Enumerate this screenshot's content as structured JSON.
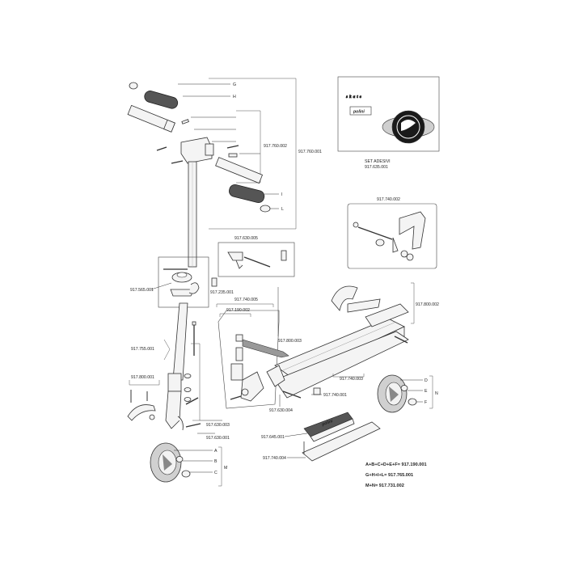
{
  "labels": {
    "g": "G",
    "h": "H",
    "i": "I",
    "l": "L",
    "a": "A",
    "b": "B",
    "c": "C",
    "d": "D",
    "e": "E",
    "f": "F",
    "m": "M",
    "n": "N",
    "p917_760_002": "917.760.002",
    "p917_760_001": "917.760.001",
    "p917_630_005": "917.630.005",
    "p917_235_001": "917.235.001",
    "p917_565_001": "917.565.001",
    "p917_740_005": "917.740.005",
    "p917_190_002": "917.190.002",
    "p917_800_003": "917.800.003",
    "p917_755_001": "917.755.001",
    "p917_800_001": "917.800.001",
    "p917_740_002": "917.740.002",
    "p917_800_002": "917.800.002",
    "p917_740_003": "917.740.003",
    "p917_740_001": "917.740.001",
    "p917_630_004": "917.630.004",
    "p917_630_003": "917.630.003",
    "p917_630_001": "917.630.001",
    "p917_645_001": "917.645.001",
    "p917_740_004": "917.740.004",
    "set_adesivi": "SET ADESIVI",
    "p917_635_001": "917.635.001"
  },
  "formulas": [
    "A+B+C+D+E+F= 917.190.001",
    "G+H+I+L= 917.765.001",
    "M+N= 917.731.002"
  ],
  "sticker": {
    "skate_word": "skate",
    "brand": "polini"
  },
  "colors": {
    "line": "#333333",
    "grip": "#555555",
    "part_fill": "#f4f4f4"
  }
}
